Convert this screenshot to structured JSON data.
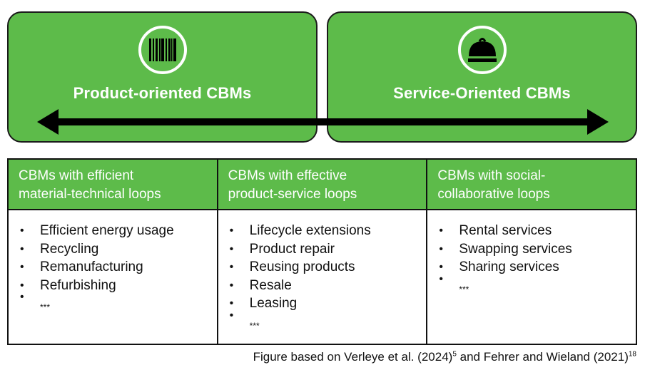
{
  "colors": {
    "green": "#5dbb4a",
    "border": "#111111",
    "text_on_green": "#ffffff",
    "arrow": "#000000"
  },
  "top_boxes": [
    {
      "title": "Product-oriented CBMs",
      "icon": "barcode-icon"
    },
    {
      "title": "Service-Oriented CBMs",
      "icon": "cloche-icon"
    }
  ],
  "arrow": {
    "type": "double-headed",
    "meaning": "spectrum from product-oriented to service-oriented"
  },
  "table": {
    "columns": [
      {
        "header": "CBMs with efficient material-technical loops",
        "header_lines": [
          "CBMs with efficient",
          "material-technical loops"
        ],
        "items": [
          "Efficient energy usage",
          "Recycling",
          "Remanufacturing",
          "Refurbishing"
        ],
        "more": "***"
      },
      {
        "header": "CBMs with effective product-service loops",
        "header_lines": [
          "CBMs with effective",
          "product-service loops"
        ],
        "items": [
          "Lifecycle extensions",
          "Product repair",
          "Reusing products",
          "Resale",
          "Leasing"
        ],
        "more": "***"
      },
      {
        "header": "CBMs with social-collaborative loops",
        "header_lines": [
          "CBMs with social-",
          "collaborative loops"
        ],
        "items": [
          "Rental services",
          "Swapping services",
          "Sharing services"
        ],
        "more": "***"
      }
    ]
  },
  "caption": {
    "text_1": "Figure based on Verleye et al. (2024)",
    "sup_1": "5",
    "text_2": " and Fehrer and Wieland (2021)",
    "sup_2": "18"
  }
}
